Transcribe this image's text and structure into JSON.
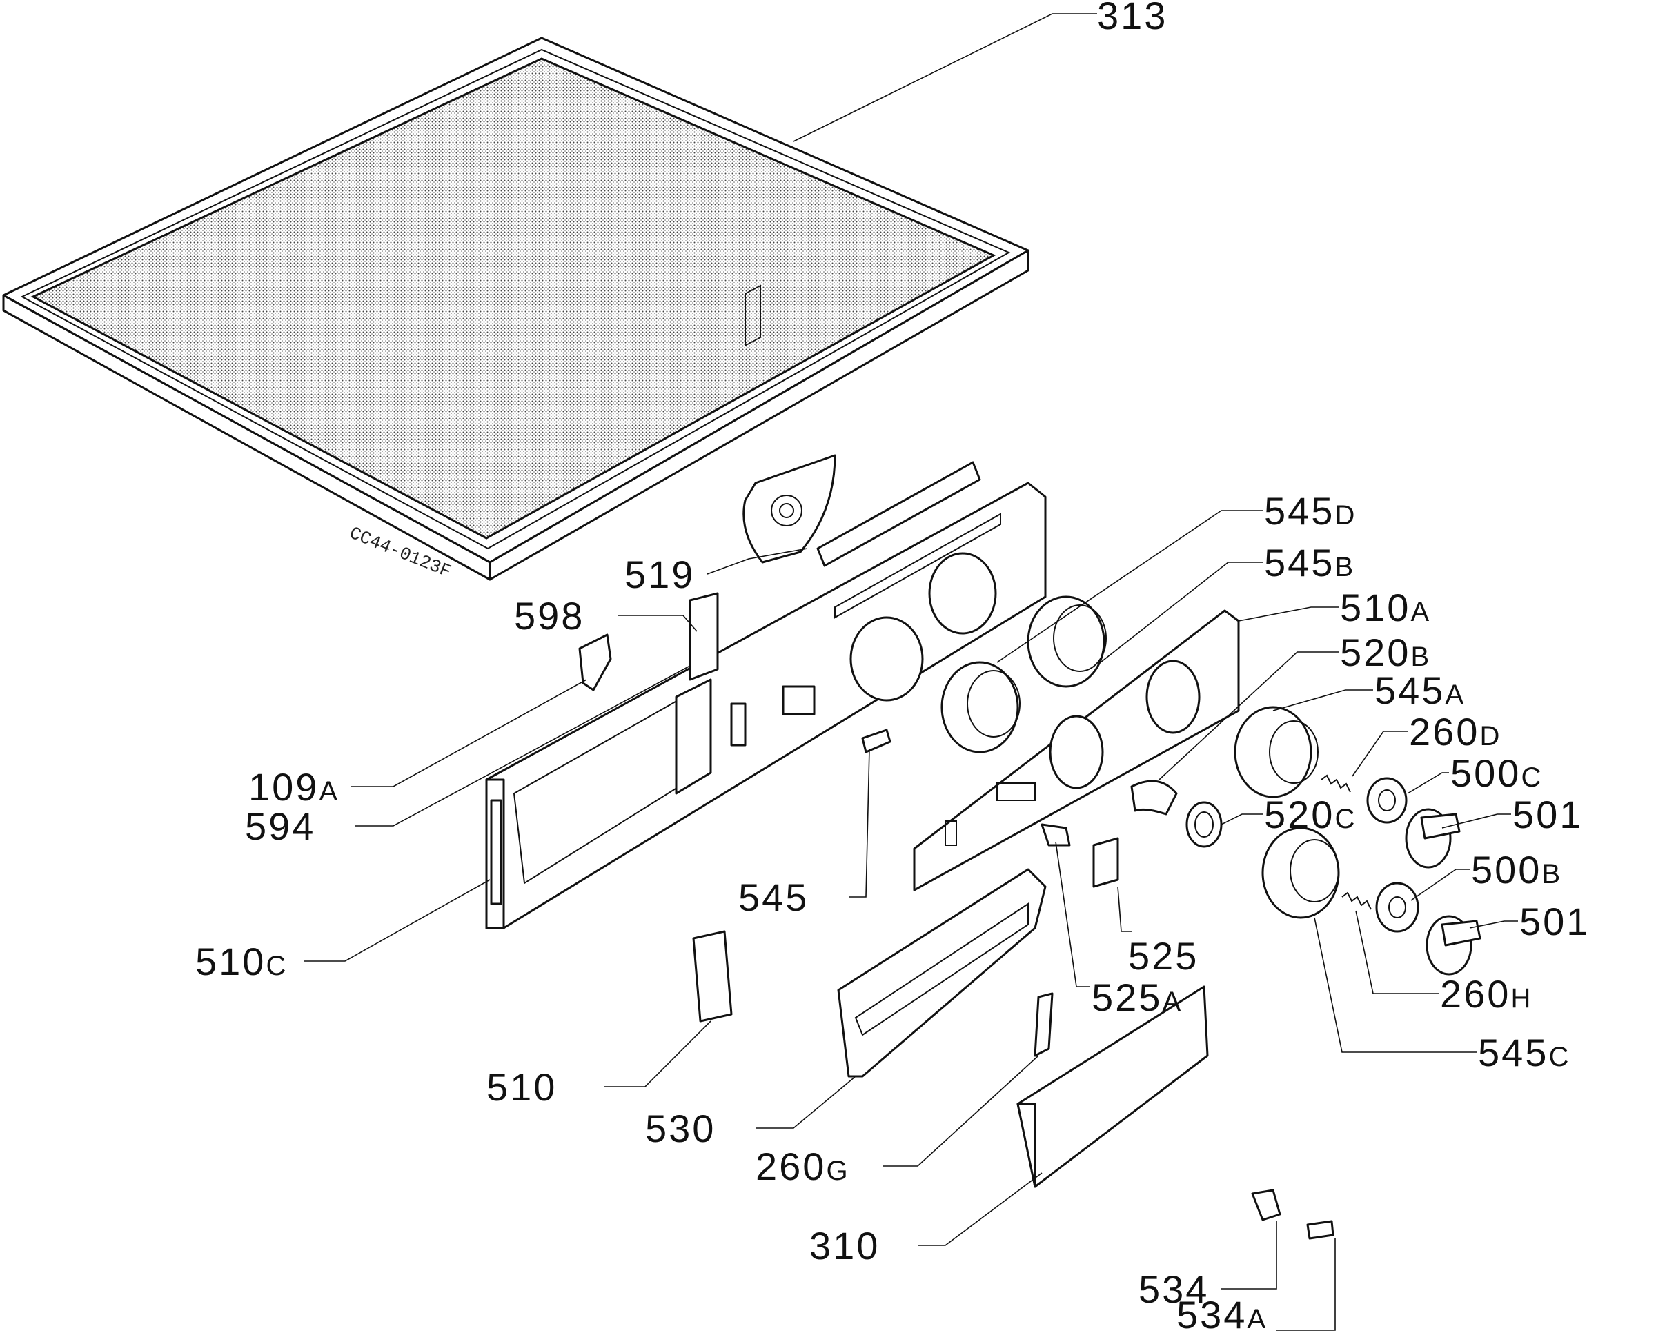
{
  "drawing_code": "CC44-0123F",
  "labels": [
    {
      "id": "313",
      "main": "313",
      "sub": ""
    },
    {
      "id": "545D",
      "main": "545",
      "sub": "D"
    },
    {
      "id": "545B",
      "main": "545",
      "sub": "B"
    },
    {
      "id": "510A",
      "main": "510",
      "sub": "A"
    },
    {
      "id": "520B",
      "main": "520",
      "sub": "B"
    },
    {
      "id": "545A",
      "main": "545",
      "sub": "A"
    },
    {
      "id": "260D",
      "main": "260",
      "sub": "D"
    },
    {
      "id": "500C",
      "main": "500",
      "sub": "C"
    },
    {
      "id": "501a",
      "main": "501",
      "sub": ""
    },
    {
      "id": "520C",
      "main": "520",
      "sub": "C"
    },
    {
      "id": "500B",
      "main": "500",
      "sub": "B"
    },
    {
      "id": "501b",
      "main": "501",
      "sub": ""
    },
    {
      "id": "260H",
      "main": "260",
      "sub": "H"
    },
    {
      "id": "545C",
      "main": "545",
      "sub": "C"
    },
    {
      "id": "519",
      "main": "519",
      "sub": ""
    },
    {
      "id": "598",
      "main": "598",
      "sub": ""
    },
    {
      "id": "109A",
      "main": "109",
      "sub": "A"
    },
    {
      "id": "594",
      "main": "594",
      "sub": ""
    },
    {
      "id": "510C",
      "main": "510",
      "sub": "C"
    },
    {
      "id": "545",
      "main": "545",
      "sub": ""
    },
    {
      "id": "525",
      "main": "525",
      "sub": ""
    },
    {
      "id": "525A",
      "main": "525",
      "sub": "A"
    },
    {
      "id": "510",
      "main": "510",
      "sub": ""
    },
    {
      "id": "530",
      "main": "530",
      "sub": ""
    },
    {
      "id": "260G",
      "main": "260",
      "sub": "G"
    },
    {
      "id": "310",
      "main": "310",
      "sub": ""
    },
    {
      "id": "534",
      "main": "534",
      "sub": ""
    },
    {
      "id": "534A",
      "main": "534",
      "sub": "A"
    }
  ]
}
